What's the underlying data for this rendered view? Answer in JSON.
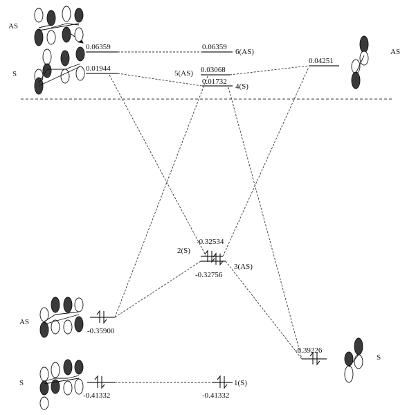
{
  "labels": {
    "left_top_as": "AS",
    "left_top_s": "S",
    "left_bottom_as": "AS",
    "left_bottom_s": "S",
    "right_top_as": "AS",
    "right_bottom_s": "S"
  },
  "energies": {
    "left_06359": "0.06359",
    "left_01944": "0.01944",
    "left_n35900": "-0.35900",
    "left_n41332": "-0.41332",
    "mid_06359": "0.06359",
    "mid_03068": "0.03068",
    "mid_01732": "0.01732",
    "mid_n32534": "-0.32534",
    "mid_n32756": "-0.32756",
    "mid_n41332": "-0.41332",
    "right_04251": "0.04251",
    "right_n39226": "-0.39226"
  },
  "states": {
    "s6": "6(AS)",
    "s5": "5(AS)",
    "s4": "4(S)",
    "s2": "2(S)",
    "s3": "3(AS)",
    "s1": "1(S)"
  }
}
